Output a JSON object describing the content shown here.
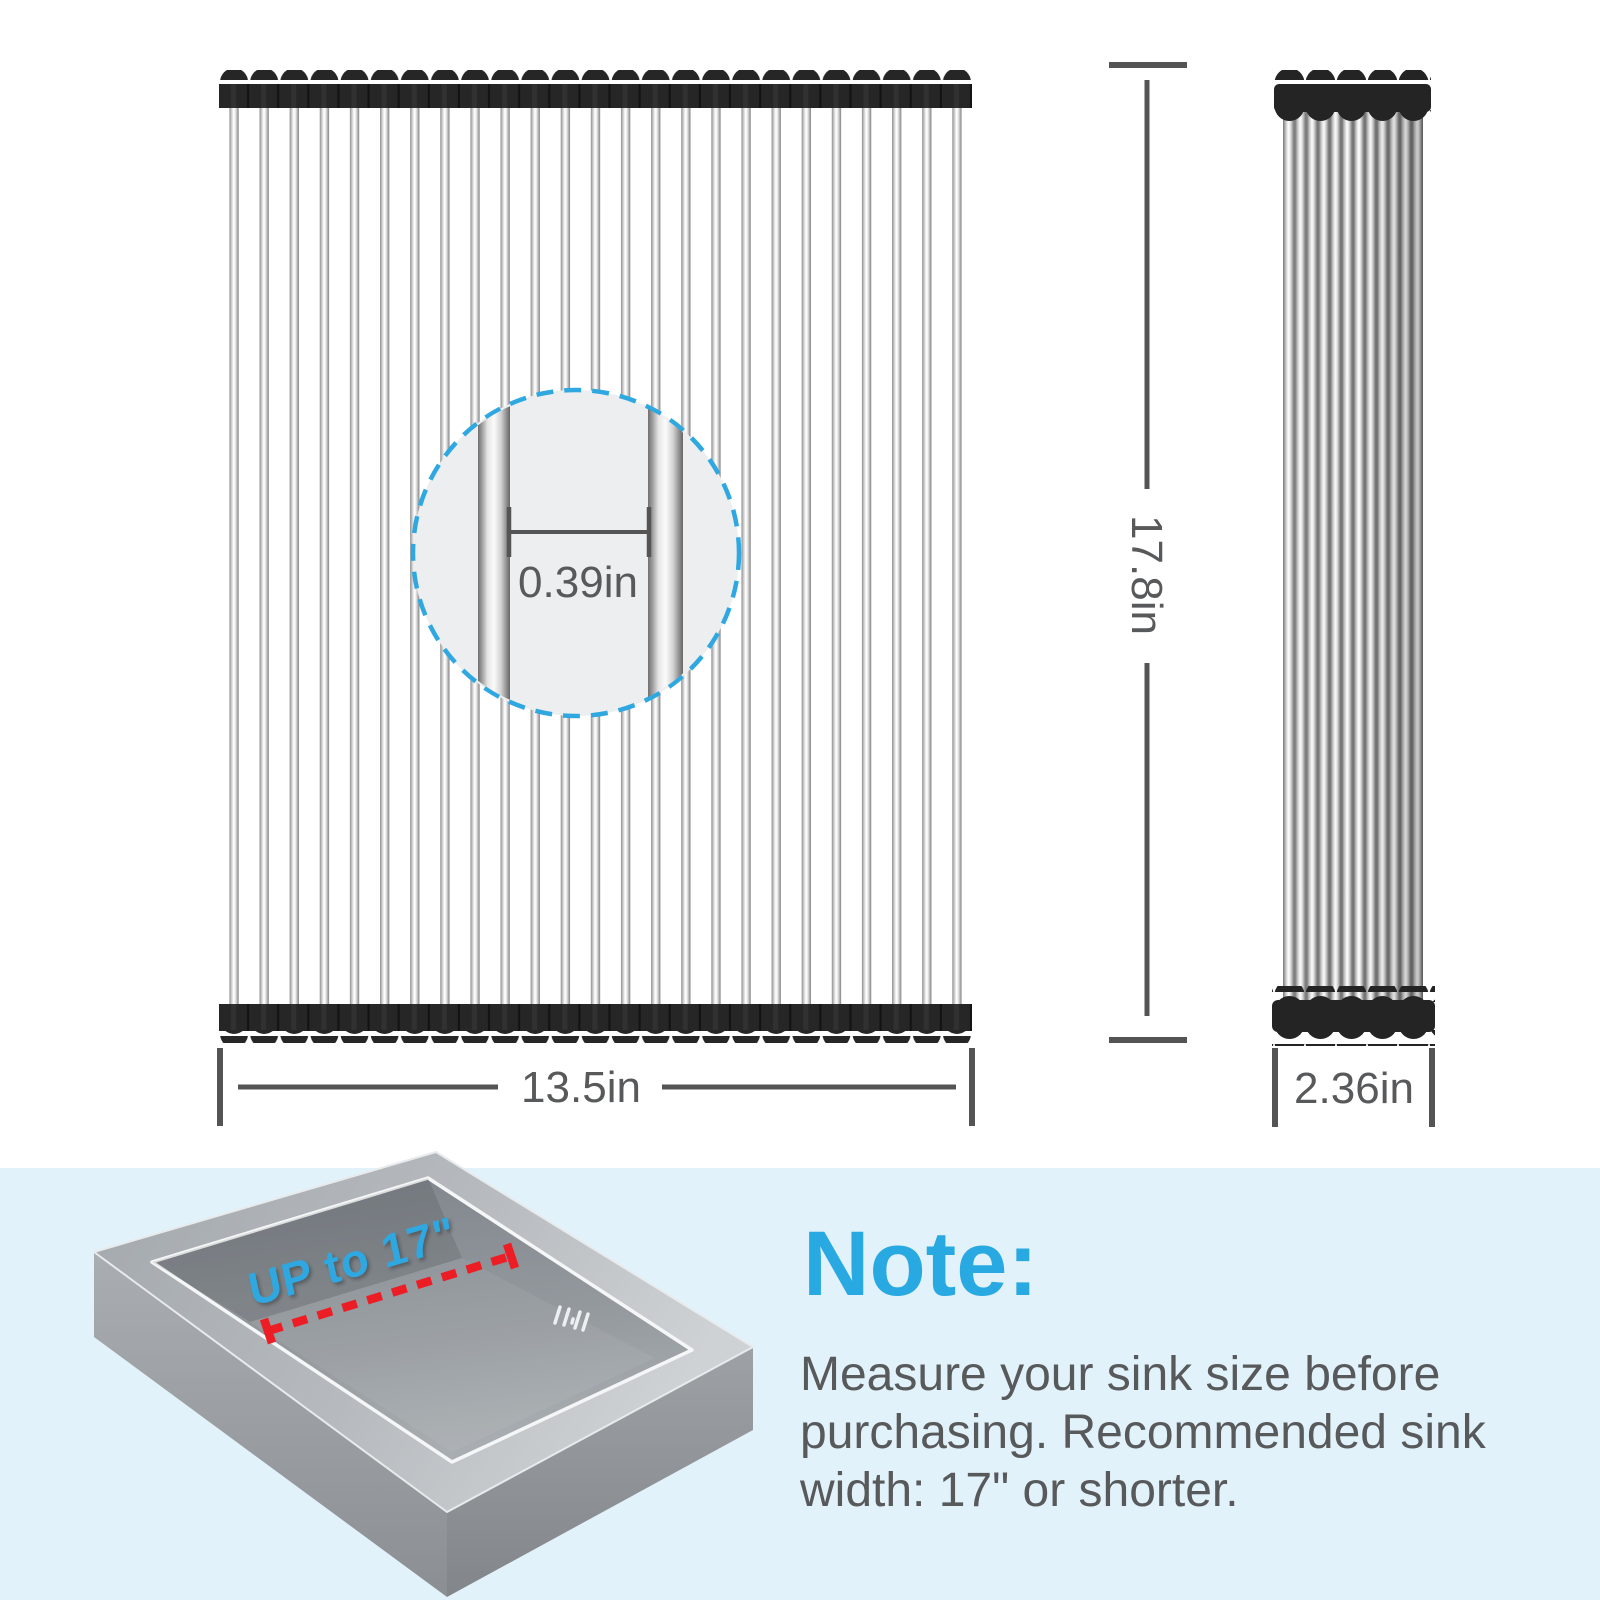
{
  "dimensions": {
    "rod_gap": "0.39in",
    "height": "17.8in",
    "width": "13.5in",
    "rolled_depth": "2.36in"
  },
  "sink": {
    "capacity_label": "UP to 17\""
  },
  "note": {
    "title": "Note:",
    "line1": "Measure your sink size before",
    "line2": "purchasing. Recommended sink",
    "line3": "width: 17\" or shorter."
  },
  "colors": {
    "accent_blue": "#29A9E1",
    "detail_circle_blue": "#2FA8E1",
    "alert_red": "#EC1D24",
    "note_background": "#E2F2FB",
    "dimension_line_gray": "#545454",
    "text_gray": "#58595B",
    "silicone_cap_black": "#262626"
  }
}
